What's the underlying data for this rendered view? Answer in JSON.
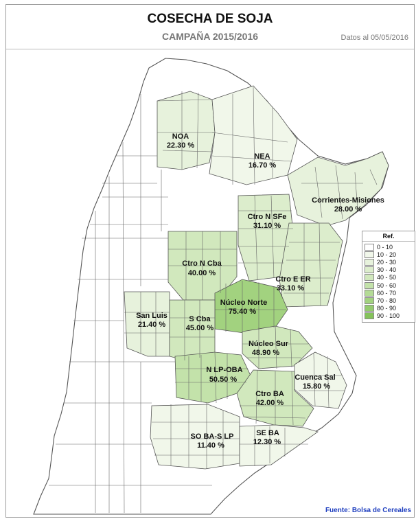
{
  "header": {
    "title": "COSECHA DE  SOJA",
    "subtitle": "CAMPAÑA 2015/2016",
    "date": "Datos al 05/05/2016"
  },
  "colors": {
    "c0_10": "#ffffff",
    "c10_20": "#f1f7ea",
    "c20_30": "#e7f2dc",
    "c30_40": "#dcedcc",
    "c40_50": "#d1e8bd",
    "c50_60": "#c3e2aa",
    "c60_70": "#b4db96",
    "c70_80": "#a2d27f",
    "c80_90": "#94cb6e",
    "c90_100": "#84c25a",
    "border": "#555555"
  },
  "regions": [
    {
      "name": "NOA",
      "value": "22.30 %",
      "pct": 22.3
    },
    {
      "name": "NEA",
      "value": "16.70 %",
      "pct": 16.7
    },
    {
      "name": "Corrientes-Misiones",
      "value": "28.00 %",
      "pct": 28.0
    },
    {
      "name": "Ctro N SFe",
      "value": "31.10 %",
      "pct": 31.1
    },
    {
      "name": "Ctro N Cba",
      "value": "40.00 %",
      "pct": 40.0
    },
    {
      "name": "Ctro E ER",
      "value": "33.10 %",
      "pct": 33.1
    },
    {
      "name": "Núcleo Norte",
      "value": "75.40 %",
      "pct": 75.4
    },
    {
      "name": "San Luis",
      "value": "21.40 %",
      "pct": 21.4
    },
    {
      "name": "S Cba",
      "value": "45.00 %",
      "pct": 45.0
    },
    {
      "name": "Núcleo Sur",
      "value": "48.90 %",
      "pct": 48.9
    },
    {
      "name": "N LP-OBA",
      "value": "50.50 %",
      "pct": 50.5
    },
    {
      "name": "Cuenca Sal",
      "value": "15.80 %",
      "pct": 15.8
    },
    {
      "name": "Ctro BA",
      "value": "42.00 %",
      "pct": 42.0
    },
    {
      "name": "SO BA-S LP",
      "value": "11.40 %",
      "pct": 11.4
    },
    {
      "name": "SE BA",
      "value": "12.30 %",
      "pct": 12.3
    }
  ],
  "legend": {
    "title": "Ref.",
    "items": [
      {
        "label": "0 - 10",
        "color": "#ffffff"
      },
      {
        "label": "10 - 20",
        "color": "#f1f7ea"
      },
      {
        "label": "20 - 30",
        "color": "#e7f2dc"
      },
      {
        "label": "30 - 40",
        "color": "#dcedcc"
      },
      {
        "label": "40 - 50",
        "color": "#d1e8bd"
      },
      {
        "label": "50 - 60",
        "color": "#c3e2aa"
      },
      {
        "label": "60 - 70",
        "color": "#b4db96"
      },
      {
        "label": "70 - 80",
        "color": "#a2d27f"
      },
      {
        "label": "80 - 90",
        "color": "#94cb6e"
      },
      {
        "label": "90 - 100",
        "color": "#84c25a"
      }
    ]
  },
  "source": "Fuente: Bolsa de Cereales"
}
